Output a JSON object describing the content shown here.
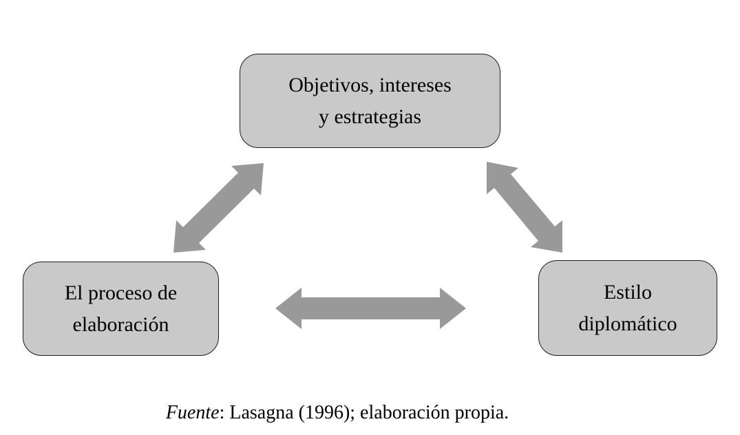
{
  "figure": {
    "nodes": [
      {
        "id": "objetivos",
        "label": "Objetivos, intereses y estrategias",
        "lines": [
          "Objetivos, intereses",
          "y estrategias"
        ]
      },
      {
        "id": "proceso",
        "label": "El proceso de elaboración",
        "lines": [
          "El proceso de",
          "elaboración"
        ]
      },
      {
        "id": "estilo",
        "label": "Estilo diplomático",
        "lines": [
          "Estilo",
          "diplomático"
        ]
      }
    ],
    "edges": [
      {
        "from": "proceso",
        "to": "objetivos",
        "style": "double-headed-arrow"
      },
      {
        "from": "objetivos",
        "to": "estilo",
        "style": "double-headed-arrow"
      },
      {
        "from": "proceso",
        "to": "estilo",
        "style": "double-headed-arrow"
      }
    ],
    "caption": {
      "source_label": "Fuente",
      "source_text": ": Lasagna (1996); elaboración propia."
    }
  },
  "colors": {
    "background": "#ffffff",
    "node_fill": "#c9c9c9",
    "node_border": "#1c1c1c",
    "arrow": "#999999",
    "text": "#000000"
  }
}
